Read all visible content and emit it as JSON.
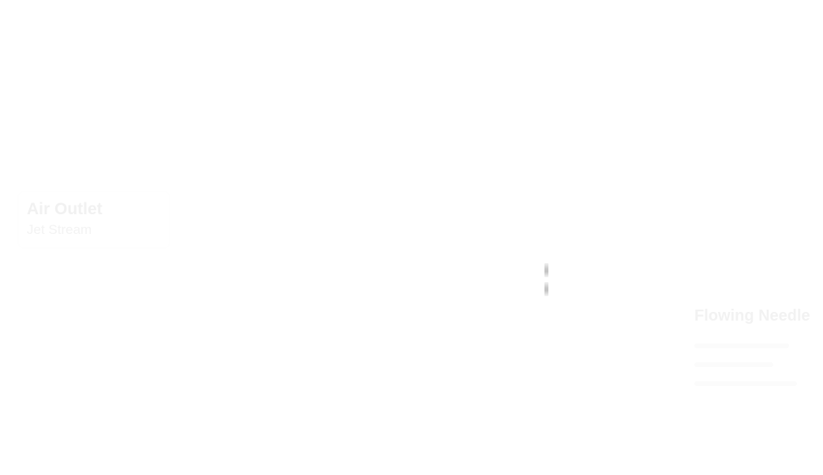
{
  "card": {
    "title": "Air Outlet",
    "subtitle": "Jet Stream"
  },
  "panel": {
    "title": "Flowing Needle"
  },
  "colors": {
    "background": "#ffffff",
    "faded_text": "#f1f1f1",
    "grip": "#c4c4c4"
  }
}
